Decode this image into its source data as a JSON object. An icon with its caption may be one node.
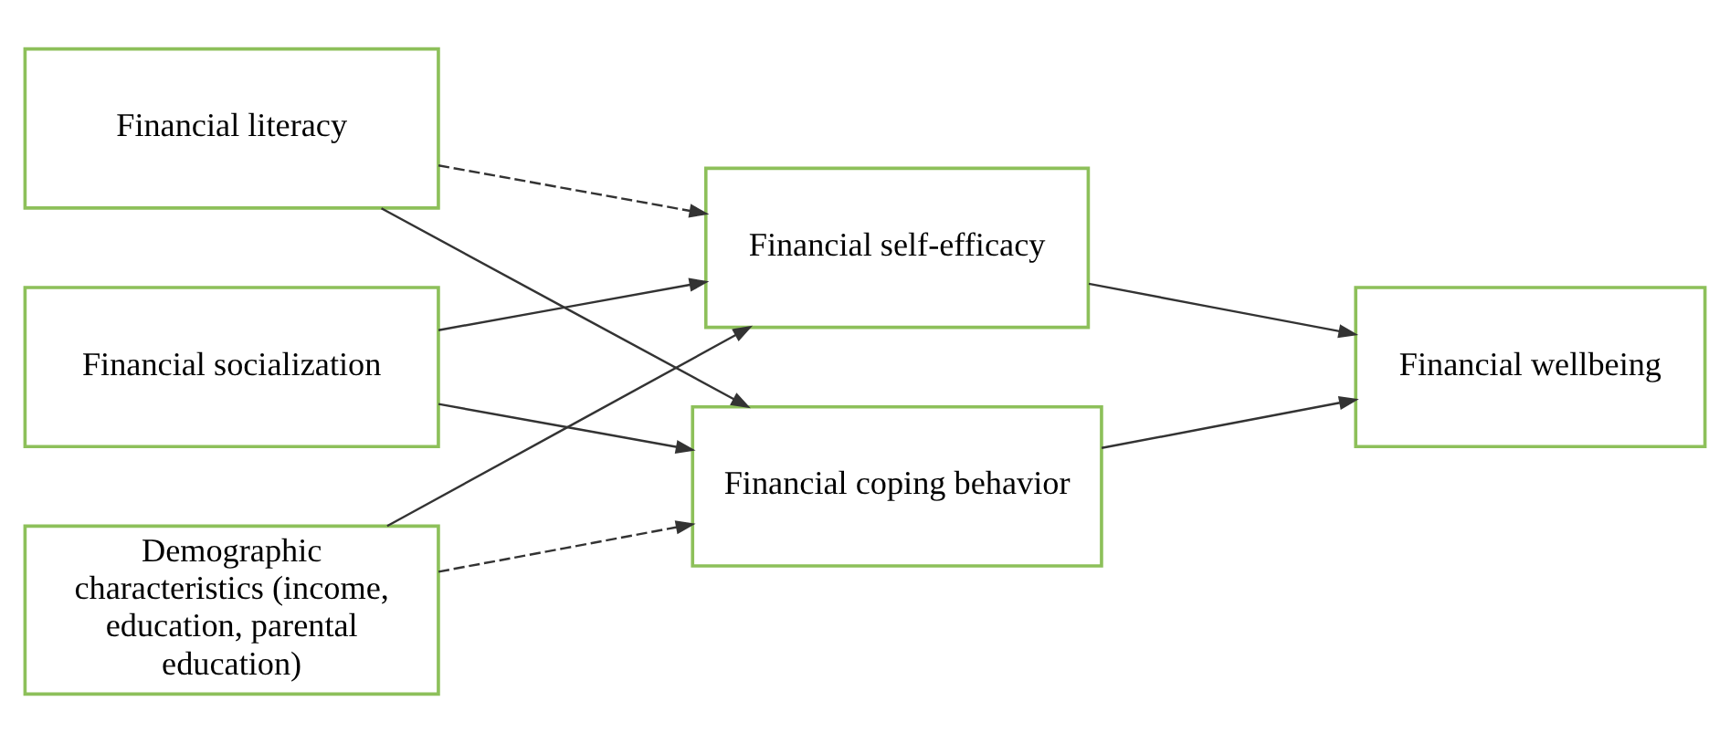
{
  "diagram": {
    "nodes": [
      {
        "text": [
          "Financial literacy"
        ]
      },
      {
        "text": [
          "Financial socialization"
        ]
      },
      {
        "text": [
          "Demographic characteristics (income, education, parental education)"
        ]
      },
      {
        "text": [
          "Financial self-efficacy"
        ]
      },
      {
        "text": [
          "Financial coping behavior"
        ]
      },
      {
        "text": [
          "Financial wellbeing"
        ]
      }
    ],
    "edges": [
      {
        "from": 0,
        "to": 3,
        "arrow": "to",
        "style": "dashed"
      },
      {
        "from": 0,
        "to": 4,
        "arrow": "to"
      },
      {
        "from": 1,
        "to": 3,
        "arrow": "to"
      },
      {
        "from": 1,
        "to": 4,
        "arrow": "to"
      },
      {
        "from": 2,
        "to": 3,
        "arrow": "to"
      },
      {
        "from": 2,
        "to": 4,
        "arrow": "to",
        "style": "dashed"
      },
      {
        "from": 3,
        "to": 5,
        "arrow": "to"
      },
      {
        "from": 4,
        "to": 5,
        "arrow": "to"
      }
    ]
  }
}
